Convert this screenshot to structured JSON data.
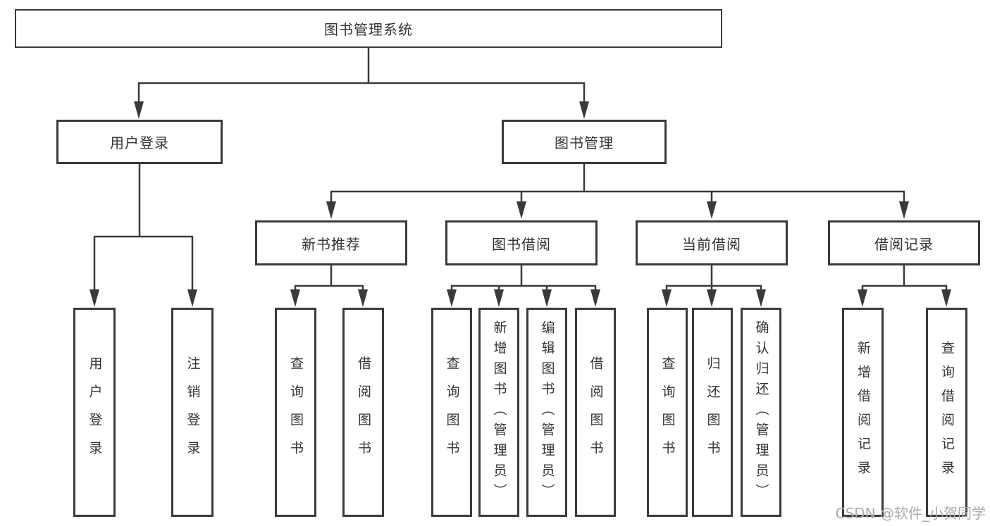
{
  "diagram": {
    "kind": "functional-structure-tree",
    "colors": {
      "line": "#3a3a3a",
      "box_border": "#3a3a3a",
      "box_fill": "#ffffff",
      "text": "#333333",
      "watermark_text_color": "#ababab",
      "background": "#ffffff"
    }
  },
  "tree": {
    "root": {
      "label": "图书管理系统",
      "children": [
        {
          "label": "用户登录",
          "children": [
            {
              "label": "用户登录"
            },
            {
              "label": "注销登录"
            }
          ]
        },
        {
          "label": "图书管理",
          "children": [
            {
              "label": "新书推荐",
              "children": [
                {
                  "label": "查询图书"
                },
                {
                  "label": "借阅图书"
                }
              ]
            },
            {
              "label": "图书借阅",
              "children": [
                {
                  "label": "查询图书"
                },
                {
                  "label": "新增图书（管理员）"
                },
                {
                  "label": "编辑图书（管理员）"
                },
                {
                  "label": "借阅图书"
                }
              ]
            },
            {
              "label": "当前借阅",
              "children": [
                {
                  "label": "查询图书"
                },
                {
                  "label": "归还图书"
                },
                {
                  "label": "确认归还（管理员）"
                }
              ]
            },
            {
              "label": "借阅记录",
              "children": [
                {
                  "label": "新增借阅记录"
                },
                {
                  "label": "查询借阅记录"
                }
              ]
            }
          ]
        }
      ]
    }
  },
  "watermark": {
    "text": "CSDN @软件_小贺同学"
  }
}
